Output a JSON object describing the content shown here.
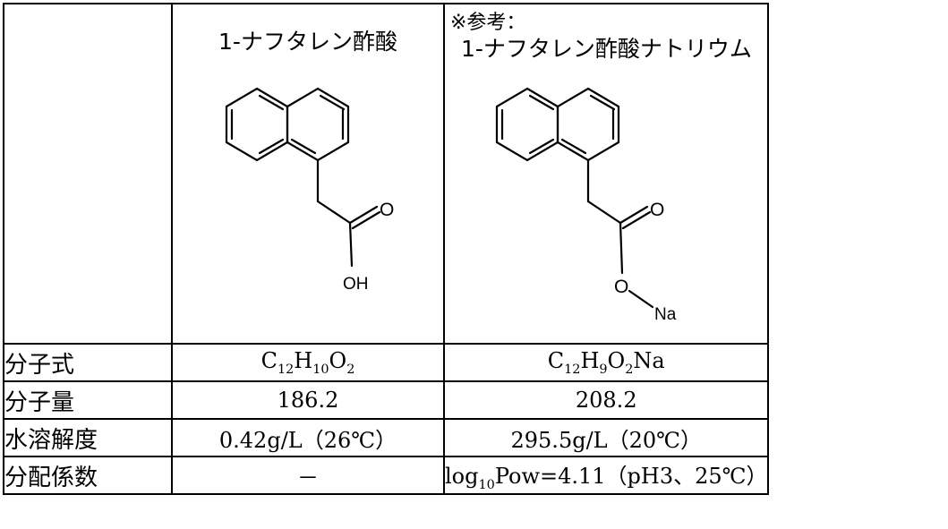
{
  "compounds": [
    {
      "name": "1-ナフタレン酢酸",
      "atoms": {
        "carbonyl_o": "O",
        "hydroxyl": "OH"
      }
    },
    {
      "note": "※参考：",
      "name": "1-ナフタレン酢酸ナトリウム",
      "atoms": {
        "carbonyl_o": "O",
        "ether_o": "O",
        "sodium": "Na"
      }
    }
  ],
  "rows": {
    "formula": {
      "label": "分子式",
      "a": {
        "c": "C",
        "c_n": "12",
        "h": "H",
        "h_n": "10",
        "o": "O",
        "o_n": "2"
      },
      "b": {
        "c": "C",
        "c_n": "12",
        "h": "H",
        "h_n": "9",
        "o": "O",
        "o_n": "2",
        "suffix": "Na"
      }
    },
    "mw": {
      "label": "分子量",
      "a": "186.2",
      "b": "208.2"
    },
    "solubility": {
      "label": "水溶解度",
      "a": "0.42g/L（26℃）",
      "b": "295.5g/L（20℃）"
    },
    "partition": {
      "label": "分配係数",
      "a": "－",
      "b": {
        "prefix": "log",
        "sub": "10",
        "rest": "Pow=4.11（pH3、25℃）"
      }
    }
  }
}
